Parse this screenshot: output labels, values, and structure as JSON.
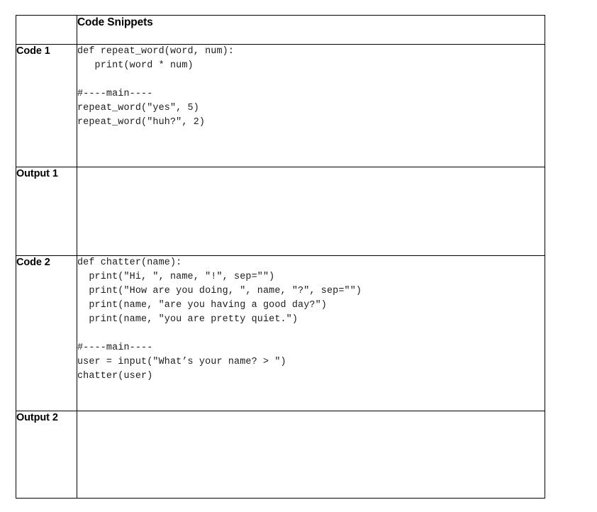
{
  "document": {
    "title": "Code Snippets worksheet",
    "background_color": "#ffffff",
    "border_color": "#000000",
    "text_color": "#000000"
  },
  "table": {
    "header": {
      "label_column": "",
      "content_column": "Code Snippets"
    },
    "rows": [
      {
        "label": "Code 1",
        "type": "code",
        "content": "def repeat_word(word, num):\n   print(word * num)\n\n#----main----\nrepeat_word(\"yes\", 5)\nrepeat_word(\"huh?\", 2)\n\n"
      },
      {
        "label": "Output 1",
        "type": "output",
        "content": ""
      },
      {
        "label": "Code 2",
        "type": "code",
        "content": "def chatter(name):\n  print(\"Hi, \", name, \"!\", sep=\"\")\n  print(\"How are you doing, \", name, \"?\", sep=\"\")\n  print(name, \"are you having a good day?\")\n  print(name, \"you are pretty quiet.\")\n\n#----main----\nuser = input(\"What’s your name? > \")\nchatter(user)\n\n"
      },
      {
        "label": "Output 2",
        "type": "output",
        "content": ""
      }
    ]
  }
}
